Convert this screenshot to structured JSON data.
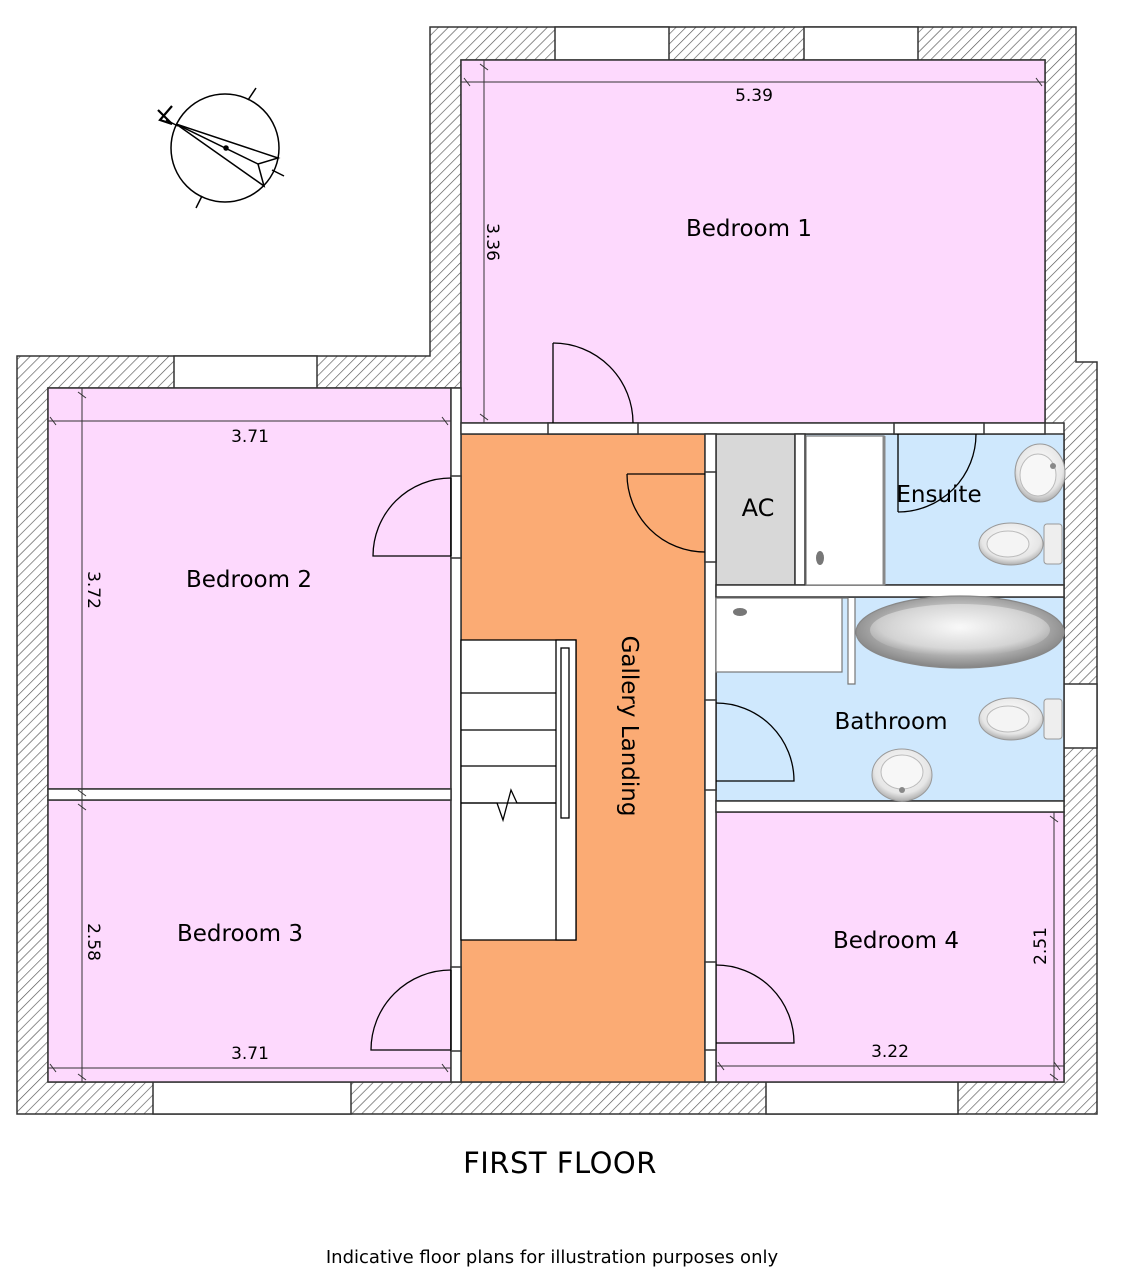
{
  "floor_title": "FIRST FLOOR",
  "disclaimer": "Indicative floor plans for illustration purposes only",
  "rooms": {
    "bedroom1": {
      "label": "Bedroom 1",
      "width": "5.39",
      "depth": "3.36"
    },
    "bedroom2": {
      "label": "Bedroom 2",
      "width": "3.71",
      "depth": "3.72"
    },
    "bedroom3": {
      "label": "Bedroom 3",
      "width": "3.71",
      "depth": "2.58"
    },
    "bedroom4": {
      "label": "Bedroom 4",
      "width": "3.22",
      "depth": "2.51"
    },
    "gallery": {
      "label": "Gallery Landing"
    },
    "ac": {
      "label": "AC"
    },
    "ensuite": {
      "label": "Ensuite"
    },
    "bathroom": {
      "label": "Bathroom"
    }
  },
  "colors": {
    "bedroom": "#fdd9fd",
    "landing": "#fbab74",
    "wet_room": "#cfe8fd",
    "cupboard": "#d8d8d8",
    "wall_hatch": "#555555"
  },
  "icons": {
    "compass": "north-arrow-icon",
    "door": "door-swing-icon",
    "stairs": "staircase-icon",
    "toilet": "toilet-icon",
    "basin": "basin-icon",
    "bath": "bath-icon",
    "shower": "shower-tray-icon"
  }
}
